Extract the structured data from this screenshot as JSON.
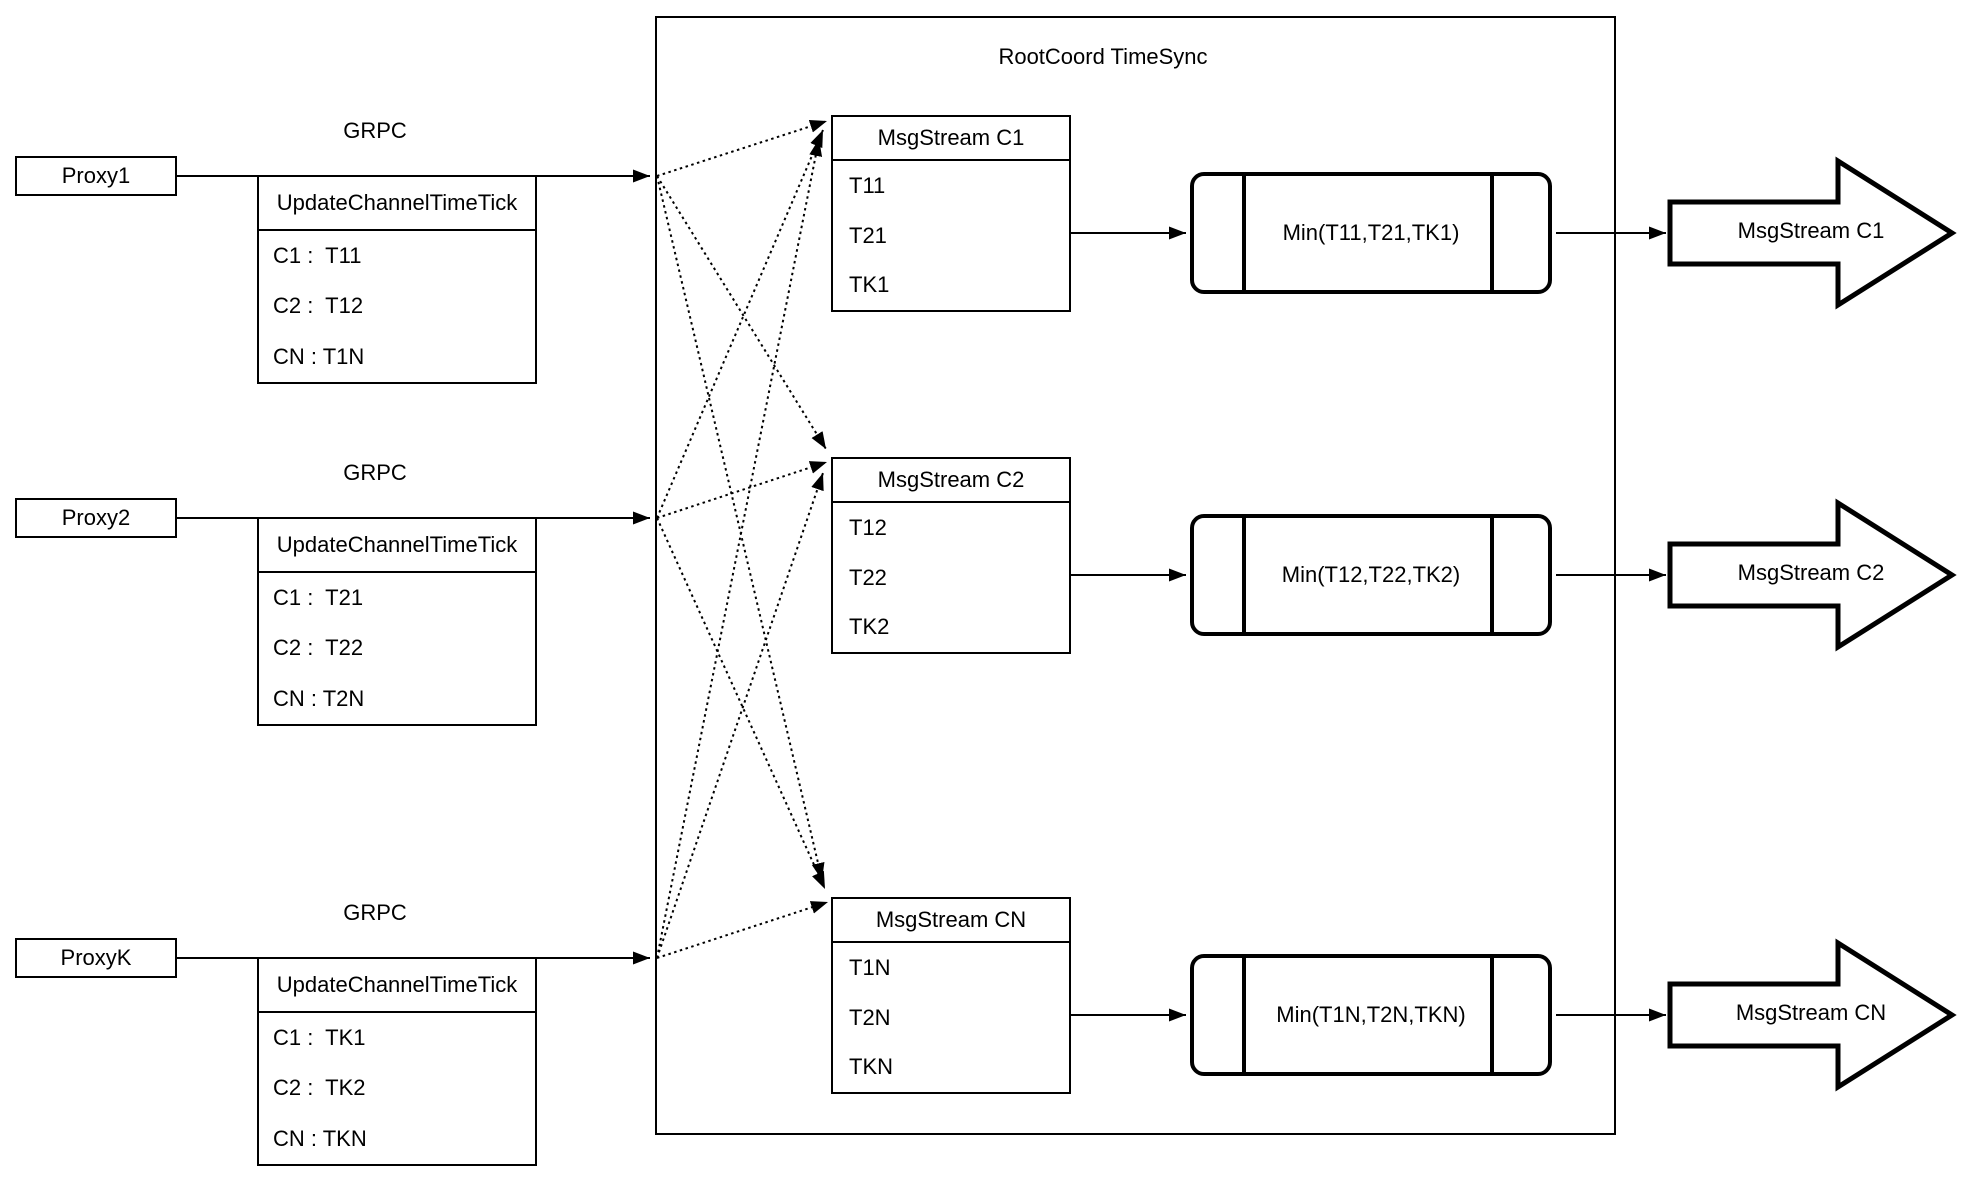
{
  "root_container": {
    "title": "RootCoord TimeSync"
  },
  "colors": {
    "stroke": "#000000",
    "fill": "#ffffff",
    "background": "#ffffff"
  },
  "rows": [
    {
      "proxy_label": "Proxy1",
      "grpc_label": "GRPC",
      "update_table": {
        "header": "UpdateChannelTimeTick",
        "rows": [
          "C1 :  T11",
          "C2 :  T12",
          "CN : T1N"
        ]
      },
      "msg_table": {
        "header": "MsgStream C1",
        "rows": [
          "T11",
          "T21",
          "TK1"
        ]
      },
      "min_label": "Min(T11,T21,TK1)",
      "output_arrow_label": "MsgStream C1"
    },
    {
      "proxy_label": "Proxy2",
      "grpc_label": "GRPC",
      "update_table": {
        "header": "UpdateChannelTimeTick",
        "rows": [
          "C1 :  T21",
          "C2 :  T22",
          "CN : T2N"
        ]
      },
      "msg_table": {
        "header": "MsgStream C2",
        "rows": [
          "T12",
          "T22",
          "TK2"
        ]
      },
      "min_label": "Min(T12,T22,TK2)",
      "output_arrow_label": "MsgStream C2"
    },
    {
      "proxy_label": "ProxyK",
      "grpc_label": "GRPC",
      "update_table": {
        "header": "UpdateChannelTimeTick",
        "rows": [
          "C1 :  TK1",
          "C2 :  TK2",
          "CN : TKN"
        ]
      },
      "msg_table": {
        "header": "MsgStream CN",
        "rows": [
          "T1N",
          "T2N",
          "TKN"
        ]
      },
      "min_label": "Min(T1N,T2N,TKN)",
      "output_arrow_label": "MsgStream CN"
    }
  ]
}
